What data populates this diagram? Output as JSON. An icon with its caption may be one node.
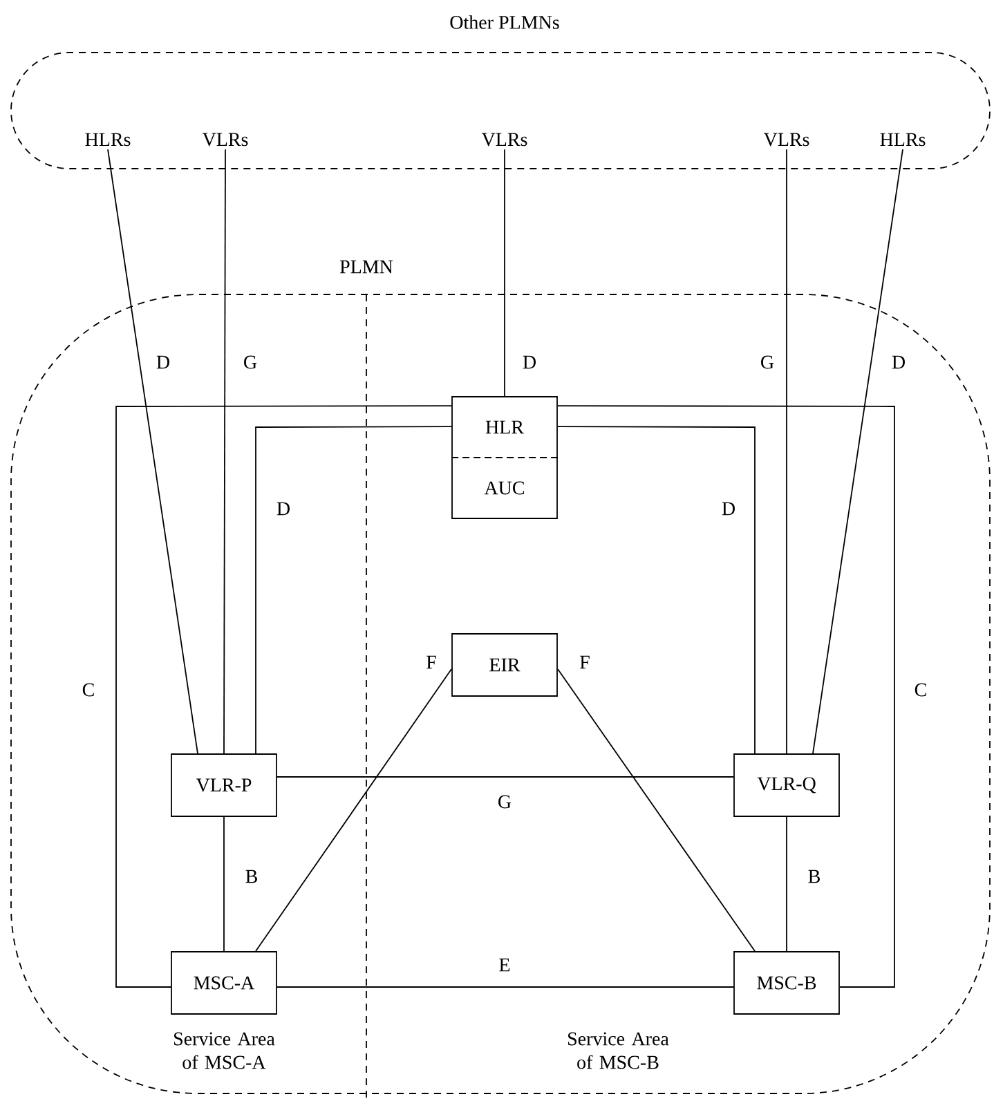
{
  "diagram": {
    "nodes": [
      {
        "text": [
          "Other PLMNs"
        ]
      },
      {
        "text": [
          "HLRs"
        ],
        "in": 0
      },
      {
        "text": [
          "VLRs"
        ],
        "in": 0
      },
      {
        "text": [
          "VLRs"
        ],
        "in": 0
      },
      {
        "text": [
          "VLRs"
        ],
        "in": 0
      },
      {
        "text": [
          "HLRs"
        ],
        "in": 0
      },
      {
        "text": [
          "PLMN"
        ]
      },
      {
        "text": [
          "HLR",
          "AUC"
        ],
        "in": 6
      },
      {
        "text": [
          "EIR"
        ],
        "in": 6
      },
      {
        "text": [
          "VLR-P"
        ],
        "in": 6
      },
      {
        "text": [
          "VLR-Q"
        ],
        "in": 6
      },
      {
        "text": [
          "MSC-A"
        ],
        "in": 6
      },
      {
        "text": [
          "MSC-B"
        ],
        "in": 6
      }
    ],
    "edges": [
      {
        "from": 1,
        "to": 9,
        "arrow": "none",
        "label": "D"
      },
      {
        "from": 2,
        "to": 9,
        "arrow": "none",
        "label": "G"
      },
      {
        "from": 3,
        "to": 7,
        "arrow": "none",
        "label": "D"
      },
      {
        "from": 4,
        "to": 10,
        "arrow": "none",
        "label": "G"
      },
      {
        "from": 5,
        "to": 10,
        "arrow": "none",
        "label": "D"
      },
      {
        "from": 7,
        "to": 9,
        "arrow": "none",
        "label": "D"
      },
      {
        "from": 7,
        "to": 10,
        "arrow": "none",
        "label": "D"
      },
      {
        "from": 7,
        "to": 11,
        "arrow": "none",
        "label": "C"
      },
      {
        "from": 7,
        "to": 12,
        "arrow": "none",
        "label": "C"
      },
      {
        "from": 8,
        "to": 11,
        "arrow": "none",
        "label": "F"
      },
      {
        "from": 8,
        "to": 12,
        "arrow": "none",
        "label": "F"
      },
      {
        "from": 9,
        "to": 10,
        "arrow": "none",
        "label": "G"
      },
      {
        "from": 9,
        "to": 11,
        "arrow": "none",
        "label": "B"
      },
      {
        "from": 10,
        "to": 12,
        "arrow": "none",
        "label": "B"
      },
      {
        "from": 11,
        "to": 12,
        "arrow": "none",
        "label": "E"
      }
    ],
    "labels": [
      "Service Area of MSC-A",
      "Service Area of MSC-B"
    ]
  }
}
